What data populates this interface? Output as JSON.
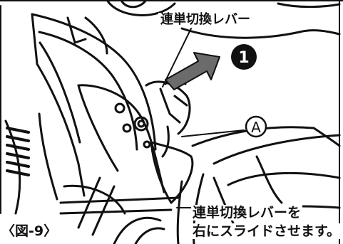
{
  "figure": {
    "lever_label": "連単切換レバー",
    "step_number": "1",
    "callout_letter": "A",
    "caption_line1": "連単切換レバーを",
    "caption_line2": "右にスライドさせます。",
    "figure_label": "〈図-9〉"
  },
  "icons": [
    "right-arrow-icon",
    "step-number-icon",
    "callout-a-icon"
  ],
  "colors": {
    "ink": "#111111",
    "paper": "#ffffff",
    "arrow_fill": "#6b6b6b"
  }
}
